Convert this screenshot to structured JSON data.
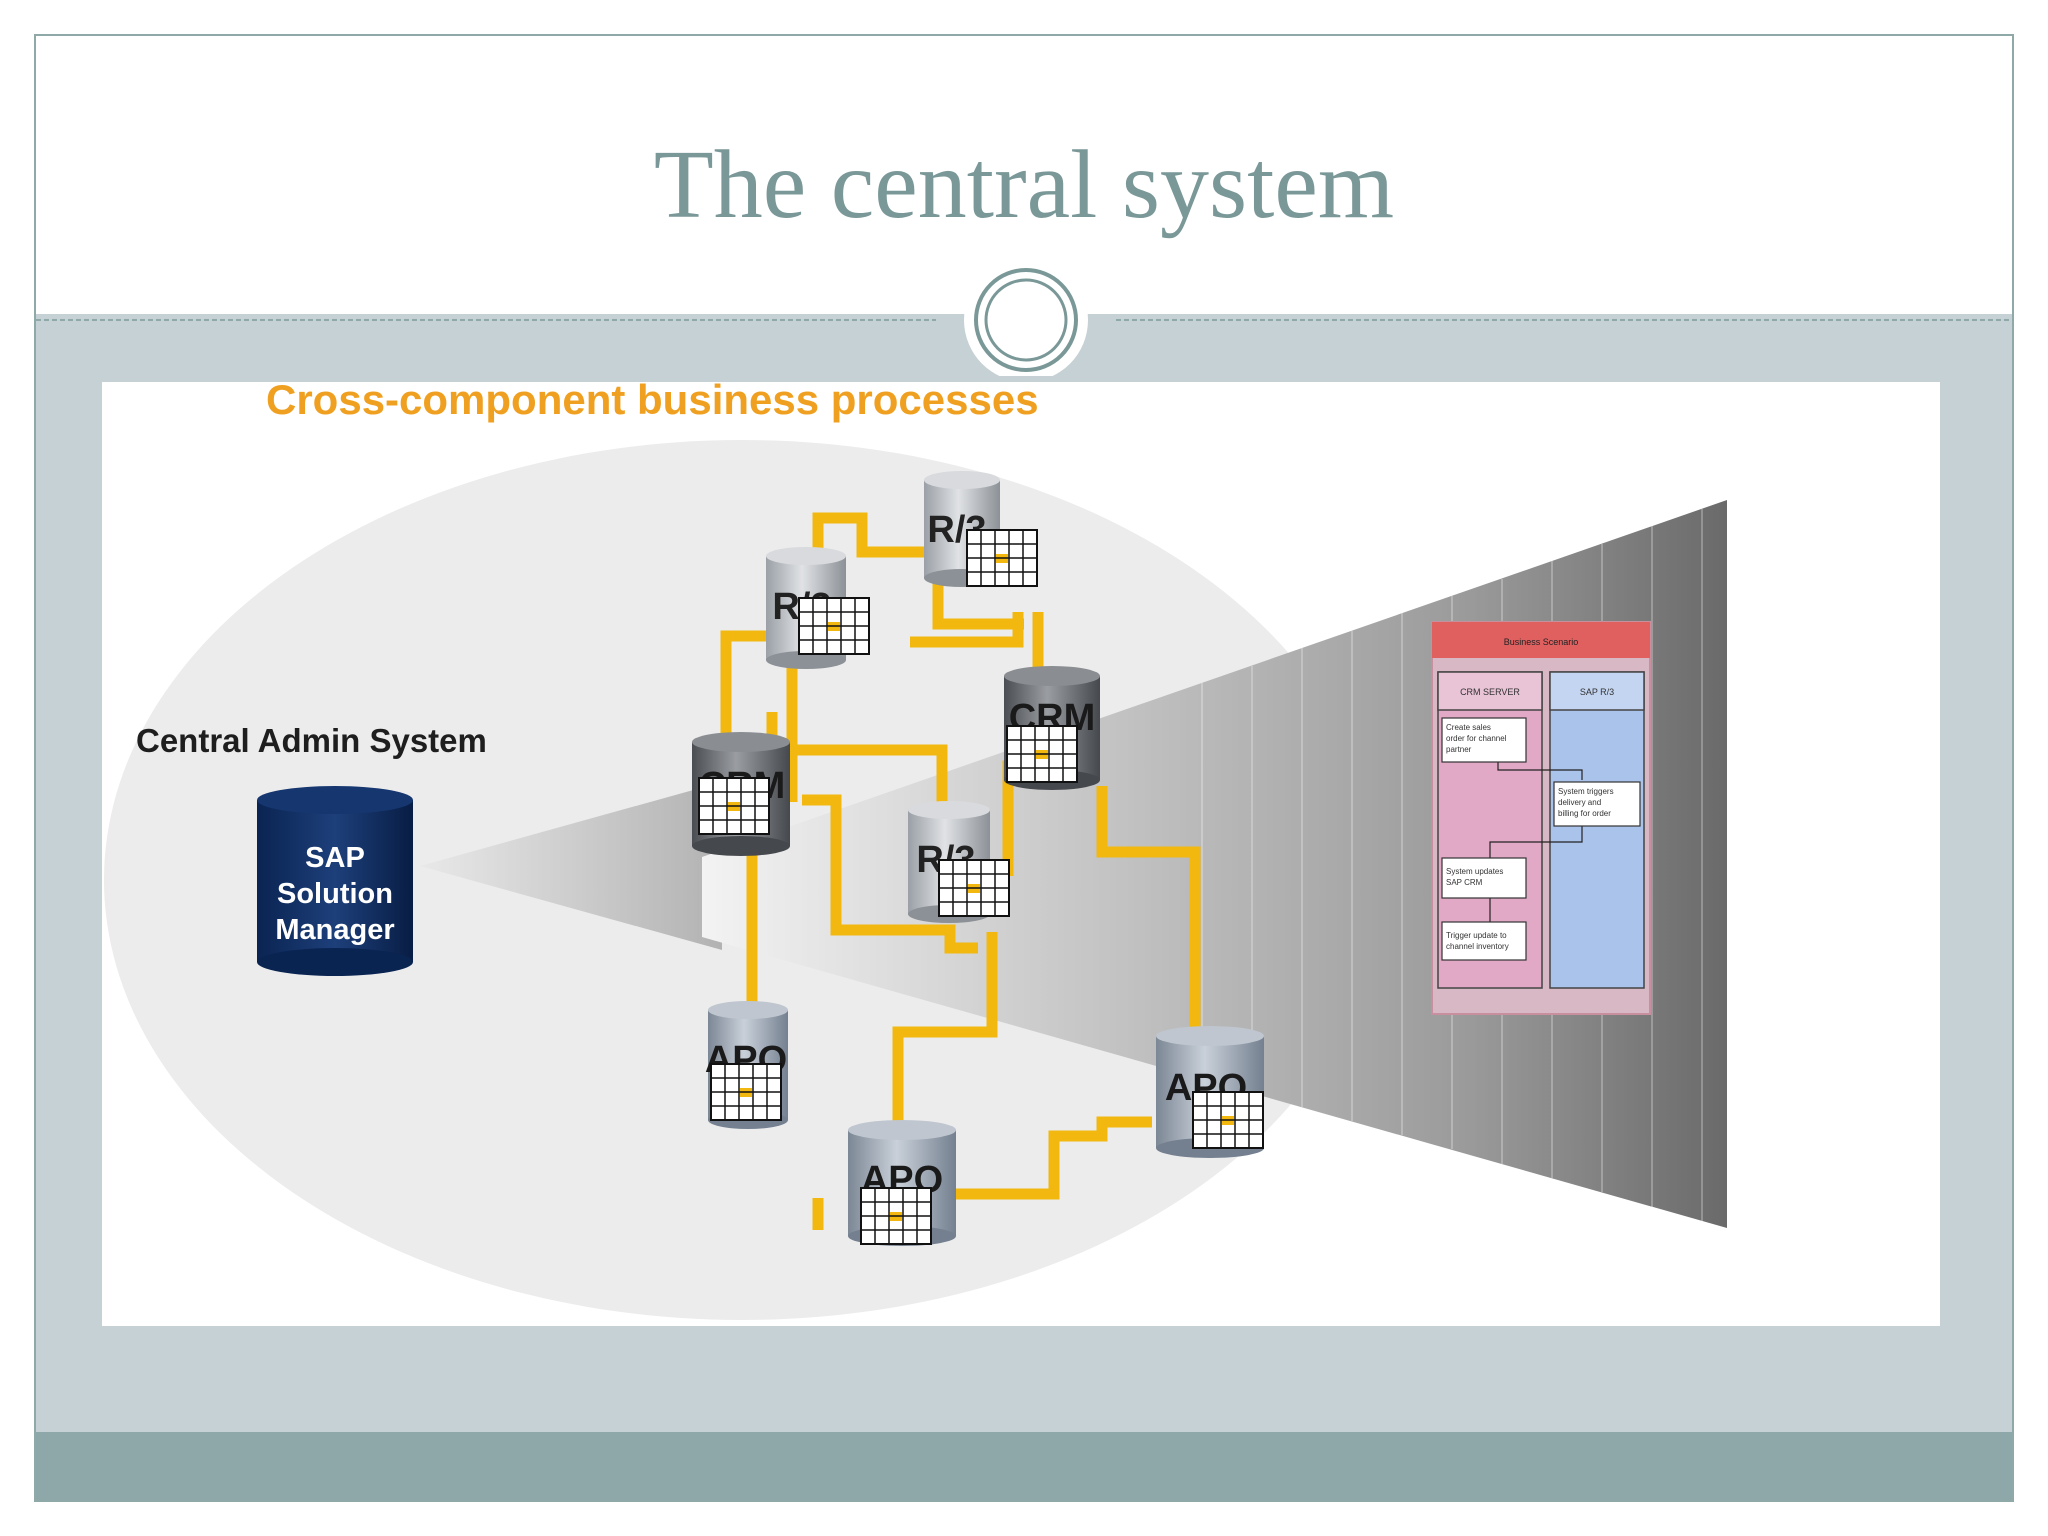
{
  "slide": {
    "title": "The central system"
  },
  "diagram": {
    "heading": "Cross-component business processes",
    "admin_label": "Central Admin System",
    "solution_manager": [
      "SAP",
      "Solution",
      "Manager"
    ],
    "nodes": {
      "r3_top": "R/3",
      "r3_left": "R/3",
      "r3_center": "R/3",
      "crm_left": "CRM",
      "crm_right": "CRM",
      "apo_left": "APO",
      "apo_bottom": "APO",
      "apo_right": "APO"
    },
    "process_panel": {
      "header": "Business Scenario",
      "lane_left": "CRM SERVER",
      "lane_right": "SAP R/3",
      "step1": [
        "Create sales",
        "order for channel",
        "partner"
      ],
      "step2": [
        "System triggers",
        "delivery and",
        "billing for order"
      ],
      "step3": [
        "System updates",
        "SAP CRM"
      ],
      "step4": [
        "Trigger update to",
        "channel inventory"
      ]
    },
    "colors": {
      "heading": "#f0a020",
      "connector": "#f2b80f",
      "solman": "#0e2b5c",
      "panel_header": "#e06060",
      "lane_left": "#e2a9c7",
      "lane_right": "#a9c3ea"
    }
  }
}
